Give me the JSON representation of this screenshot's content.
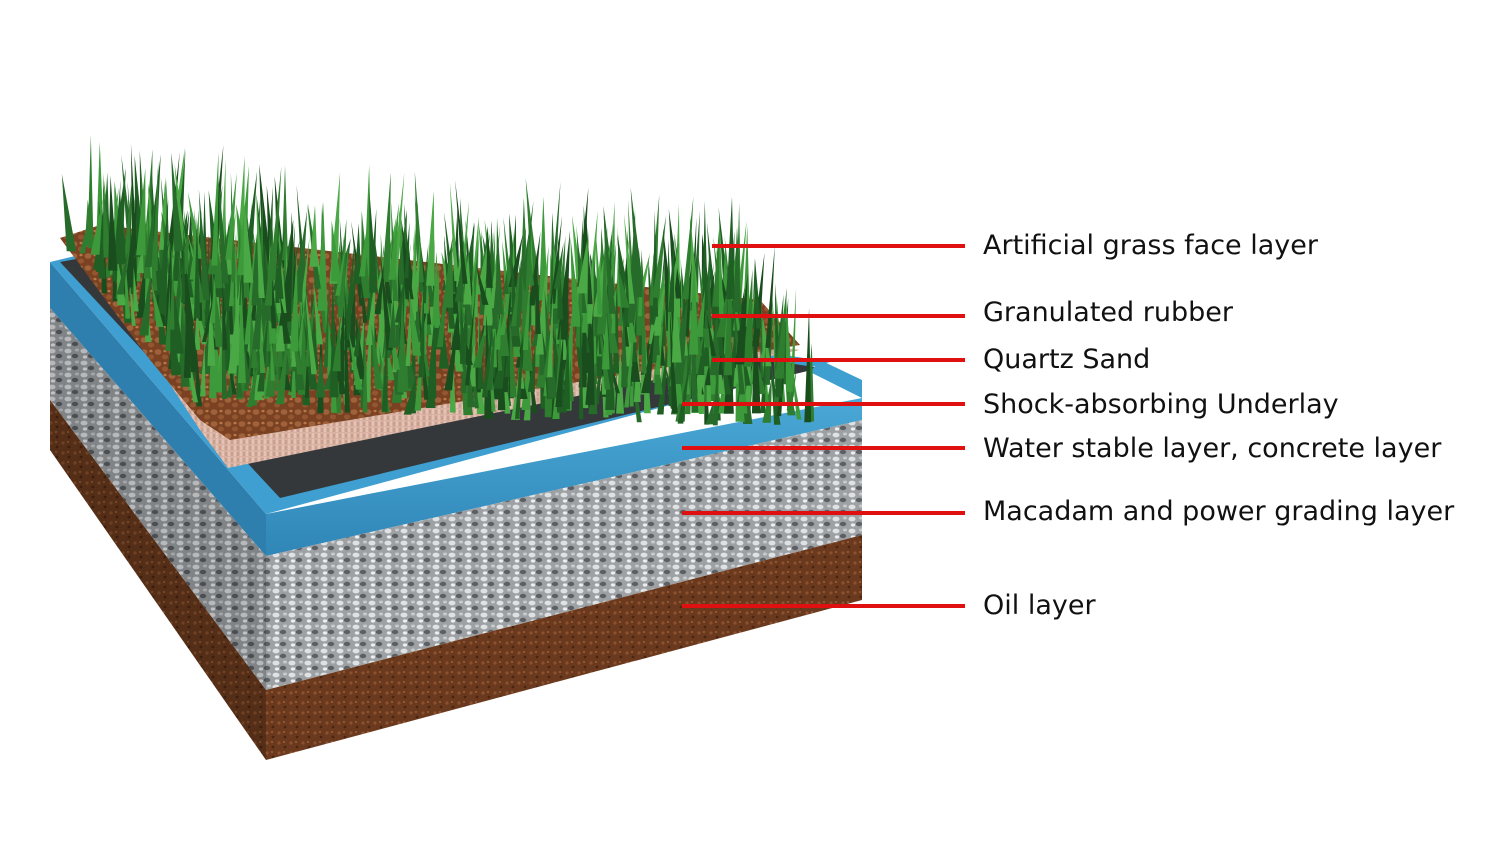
{
  "layers": [
    {
      "label": "Artificial grass face layer"
    },
    {
      "label": "Granulated rubber"
    },
    {
      "label": "Quartz Sand"
    },
    {
      "label": "Shock-absorbing Underlay"
    },
    {
      "label": "Water stable layer, concrete layer"
    },
    {
      "label": "Macadam and power grading layer"
    },
    {
      "label": "Oil layer"
    }
  ],
  "colors": {
    "leader_line": "#e01010",
    "grass": "#2f7d2f",
    "rubber": "#8a4d2a",
    "sand": "#d9b3a3",
    "underlay": "#3a3d40",
    "water_layer": "#3f9fd0",
    "macadam": "#a5a8aa",
    "soil": "#6b3a1e"
  }
}
